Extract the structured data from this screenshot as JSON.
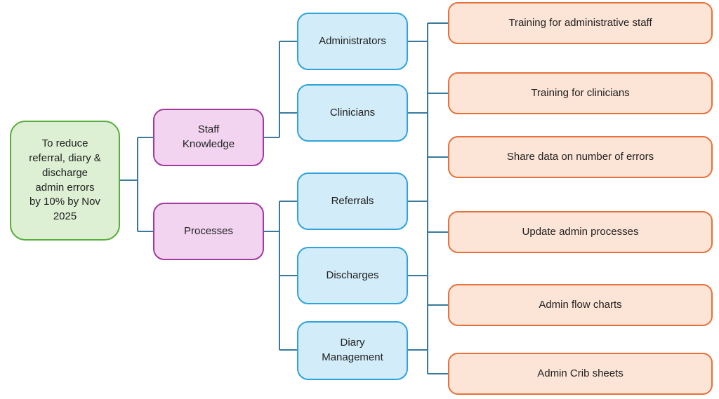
{
  "diagram": {
    "type": "driver-diagram",
    "aim": {
      "label": "To reduce referral, diary & discharge admin errors by 10% by Nov 2025"
    },
    "primary_drivers": [
      {
        "label": "Staff Knowledge",
        "parent": "aim"
      },
      {
        "label": "Processes",
        "parent": "aim"
      }
    ],
    "secondary_drivers": [
      {
        "label": "Administrators",
        "parent": "Staff Knowledge"
      },
      {
        "label": "Clinicians",
        "parent": "Staff Knowledge"
      },
      {
        "label": "Referrals",
        "parent": "Processes"
      },
      {
        "label": "Discharges",
        "parent": "Processes"
      },
      {
        "label": "Diary Management",
        "parent": "Processes"
      }
    ],
    "change_ideas": [
      {
        "label": "Training for administrative staff"
      },
      {
        "label": "Training for clinicians"
      },
      {
        "label": "Share data on number of errors"
      },
      {
        "label": "Update admin processes"
      },
      {
        "label": "Admin flow charts"
      },
      {
        "label": "Admin Crib sheets"
      }
    ],
    "colors": {
      "aim_fill": "#def0d4",
      "aim_border": "#56ad3a",
      "primary_fill": "#f2d4f0",
      "primary_border": "#a23a9e",
      "secondary_fill": "#d2ecf9",
      "secondary_border": "#2fa3dc",
      "idea_fill": "#fce4d6",
      "idea_border": "#e8703a",
      "connector": "#38799c",
      "text": "#1f1f1f"
    }
  }
}
